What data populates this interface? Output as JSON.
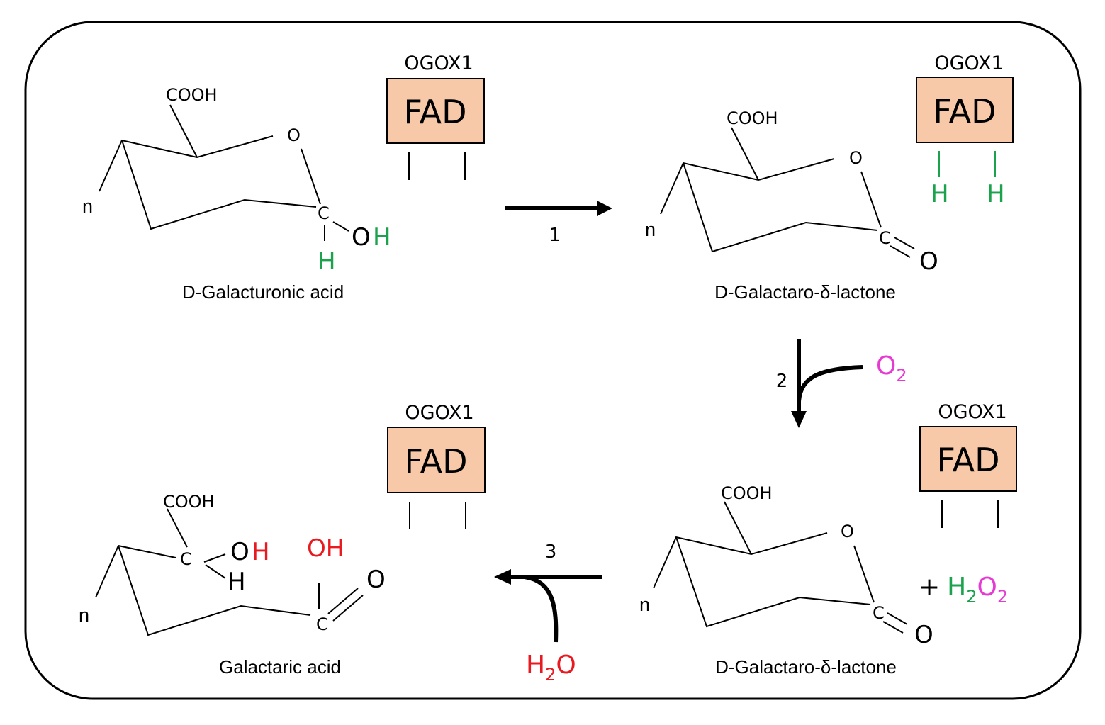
{
  "colors": {
    "frame": "#000000",
    "fad_fill": "#f7c9a8",
    "hydrogen_green": "#1aa24c",
    "oxygen_red": "#e8191f",
    "o2_magenta": "#e63ad3"
  },
  "molecules": {
    "galacturonic": {
      "label": "D-Galacturonic acid",
      "cooh": "COOH",
      "ring_o": "O",
      "n": "n",
      "c": "C",
      "oh_o": "O",
      "oh_h": "H",
      "h": "H"
    },
    "lactone_top": {
      "label": "D-Galactaro-δ-lactone",
      "cooh": "COOH",
      "ring_o": "O",
      "n": "n",
      "c": "C",
      "carbonyl_o": "O"
    },
    "lactone_bottom": {
      "label": "D-Galactaro-δ-lactone",
      "cooh": "COOH",
      "ring_o": "O",
      "n": "n",
      "c": "C",
      "carbonyl_o": "O"
    },
    "galactaric": {
      "label": "Galactaric acid",
      "cooh": "COOH",
      "n": "n",
      "c1": "C",
      "oh_o": "O",
      "oh_h": "H",
      "h": "H",
      "acid_oh": "OH",
      "c2": "C",
      "acid_o": "O"
    }
  },
  "enzymes": [
    {
      "name": "OGOX1",
      "cofactor": "FAD"
    },
    {
      "name": "OGOX1",
      "cofactor": "FAD",
      "h1": "H",
      "h2": "H"
    },
    {
      "name": "OGOX1",
      "cofactor": "FAD"
    },
    {
      "name": "OGOX1",
      "cofactor": "FAD"
    }
  ],
  "steps": {
    "step1": "1",
    "step2": "2",
    "step3": "3"
  },
  "species": {
    "o2_main": "O",
    "o2_sub": "2",
    "h2o2_plus": "+",
    "h2o2_h": "H",
    "h2o2_h_sub": "2",
    "h2o2_o": "O",
    "h2o2_o_sub": "2",
    "h2o_h": "H",
    "h2o_sub": "2",
    "h2o_o": "O"
  }
}
